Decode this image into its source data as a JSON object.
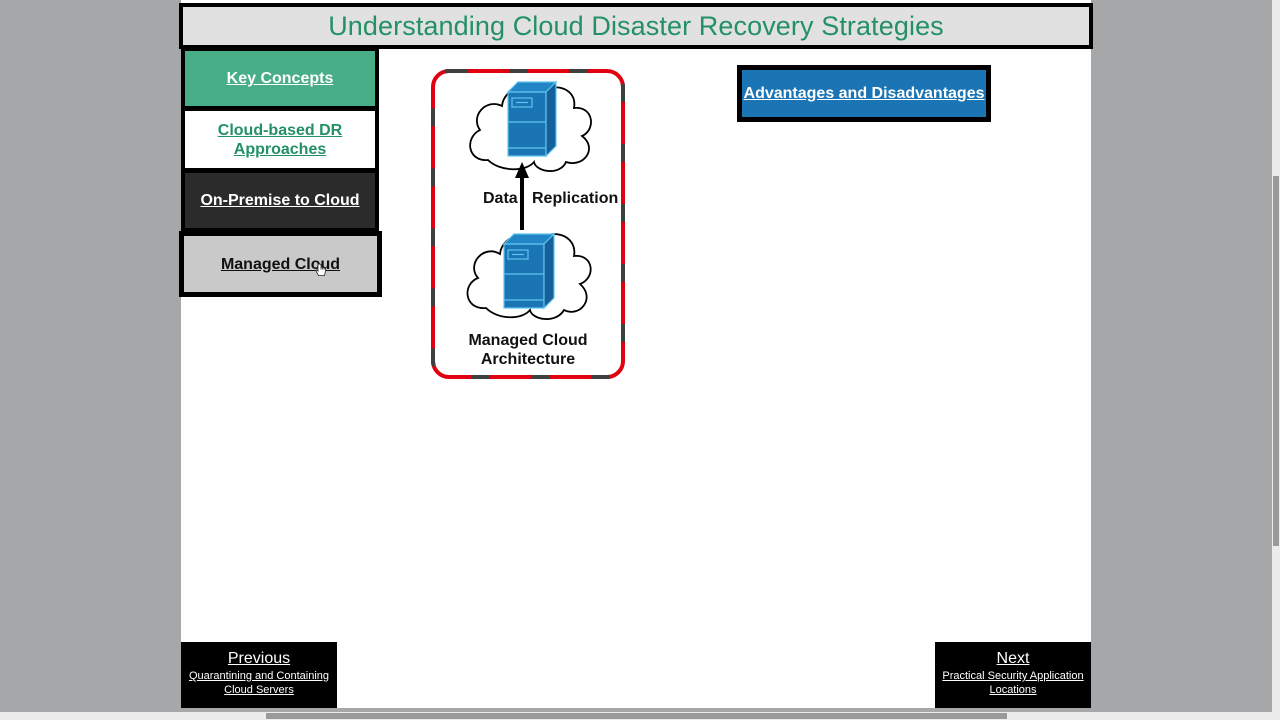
{
  "header": {
    "title": "Understanding Cloud Disaster Recovery Strategies"
  },
  "nav": {
    "items": [
      {
        "label": "Key Concepts",
        "state": "default"
      },
      {
        "label": "Cloud-based DR Approaches",
        "state": "default"
      },
      {
        "label": "On-Premise to Cloud",
        "state": "default"
      },
      {
        "label": "Managed Cloud",
        "state": "selected"
      }
    ]
  },
  "diagram": {
    "replication_label_left": "Data",
    "replication_label_right": "Replication",
    "caption": "Managed Cloud Architecture",
    "icons": [
      "cloud-server-icon",
      "arrow-up-icon",
      "cloud-server-icon"
    ]
  },
  "advantages_button": {
    "label": "Advantages and Disadvantages"
  },
  "footer": {
    "previous": {
      "label": "Previous",
      "subtitle": "Quarantining and Containing Cloud Servers"
    },
    "next": {
      "label": "Next",
      "subtitle": "Practical Security Application Locations"
    }
  },
  "colors": {
    "title_green": "#239065",
    "nav_key_bg": "#48ae88",
    "nav_onprem_bg": "#2b2b2b",
    "nav_managed_bg": "#c9c9c9",
    "server_blue": "#1b75b5",
    "frame_red": "#e00010",
    "frame_dash_dark": "#3f3f3f"
  }
}
